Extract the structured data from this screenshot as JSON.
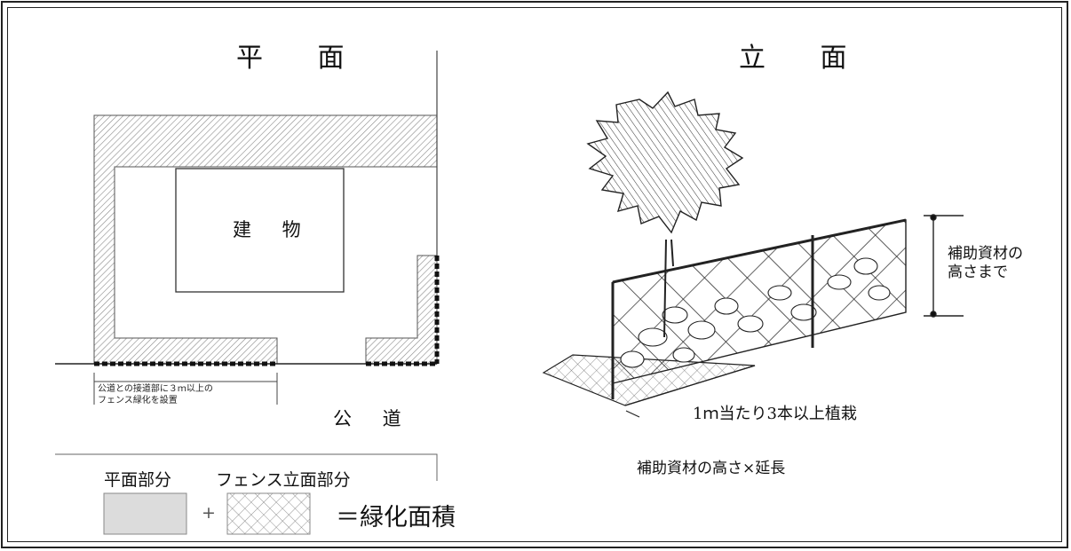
{
  "plan": {
    "title": "平 面",
    "building_label": "建 物",
    "road_label": "公 道",
    "note_lines": [
      "公道との接道部に３ｍ以上の",
      "フェンス緑化を設置"
    ]
  },
  "elevation": {
    "title": "立 面",
    "height_note_lines": [
      "補助資材の",
      "高さまで"
    ],
    "planting_note": "1ｍ当たり3本以上植栽",
    "formula": "補助資材の高さ×延長"
  },
  "legend": {
    "plane_label": "平面部分",
    "fence_label": "フェンス立面部分",
    "plus": "+",
    "result": "＝緑化面積"
  },
  "colors": {
    "hatch": "#8a8a8a",
    "line": "#222222",
    "legend_fill": "#d0d0d0"
  }
}
